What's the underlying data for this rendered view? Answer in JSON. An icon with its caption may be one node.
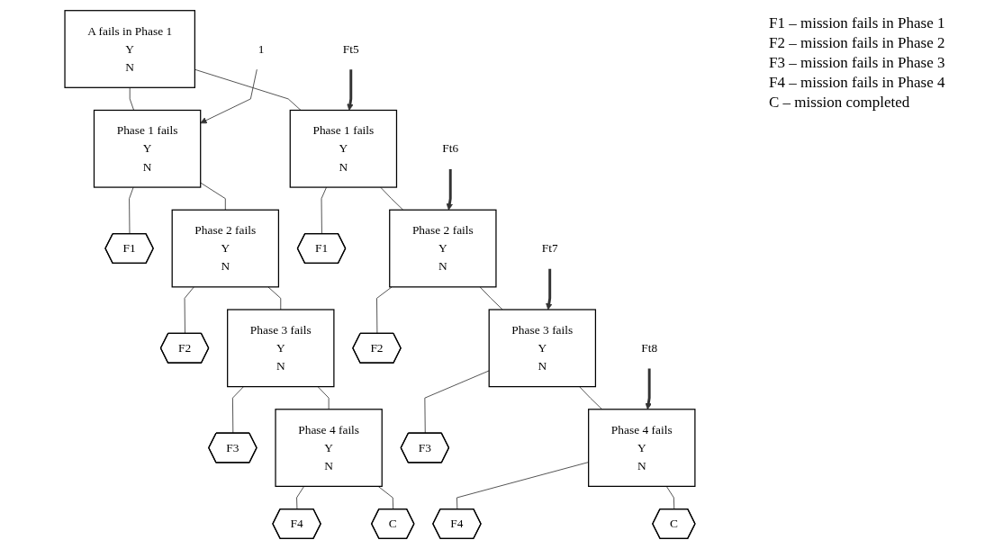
{
  "diagram": {
    "nodes": [
      {
        "text": [
          "A fails in Phase 1",
          "Y",
          "N"
        ]
      },
      {
        "text": [
          "1"
        ]
      },
      {
        "text": [
          "Phase 1 fails",
          "Y",
          "N"
        ]
      },
      {
        "text": [
          "Ft5"
        ]
      },
      {
        "text": [
          "Phase 1 fails",
          "Y",
          "N"
        ]
      },
      {
        "text": [
          "F1"
        ]
      },
      {
        "text": [
          "Phase 2 fails",
          "Y",
          "N"
        ]
      },
      {
        "text": [
          "F1"
        ]
      },
      {
        "text": [
          "Ft6"
        ]
      },
      {
        "text": [
          "Phase 2 fails",
          "Y",
          "N"
        ]
      },
      {
        "text": [
          "F2"
        ]
      },
      {
        "text": [
          "Phase 3 fails",
          "Y",
          "N"
        ]
      },
      {
        "text": [
          "F2"
        ]
      },
      {
        "text": [
          "Ft7"
        ]
      },
      {
        "text": [
          "Phase 3 fails",
          "Y",
          "N"
        ]
      },
      {
        "text": [
          "F3"
        ]
      },
      {
        "text": [
          "Phase 4 fails",
          "Y",
          "N"
        ]
      },
      {
        "text": [
          "F3"
        ]
      },
      {
        "text": [
          "Ft8"
        ]
      },
      {
        "text": [
          "Phase 4 fails",
          "Y",
          "N"
        ]
      },
      {
        "text": [
          "F4"
        ]
      },
      {
        "text": [
          "C"
        ]
      },
      {
        "text": [
          "F4"
        ]
      },
      {
        "text": [
          "C"
        ]
      }
    ],
    "edges": [
      {
        "from": 0,
        "to": 2,
        "arrow": "none"
      },
      {
        "from": 0,
        "to": 4,
        "arrow": "none"
      },
      {
        "from": 1,
        "to": 2,
        "arrow": "to"
      },
      {
        "from": 3,
        "to": 4,
        "arrow": "to",
        "style": "thick"
      },
      {
        "from": 2,
        "to": 5,
        "arrow": "none"
      },
      {
        "from": 2,
        "to": 6,
        "arrow": "none"
      },
      {
        "from": 4,
        "to": 7,
        "arrow": "none"
      },
      {
        "from": 4,
        "to": 9,
        "arrow": "none"
      },
      {
        "from": 8,
        "to": 9,
        "arrow": "to",
        "style": "thick"
      },
      {
        "from": 6,
        "to": 10,
        "arrow": "none"
      },
      {
        "from": 6,
        "to": 11,
        "arrow": "none"
      },
      {
        "from": 9,
        "to": 12,
        "arrow": "none"
      },
      {
        "from": 9,
        "to": 14,
        "arrow": "none"
      },
      {
        "from": 13,
        "to": 14,
        "arrow": "to",
        "style": "thick"
      },
      {
        "from": 11,
        "to": 15,
        "arrow": "none"
      },
      {
        "from": 11,
        "to": 16,
        "arrow": "none"
      },
      {
        "from": 14,
        "to": 17,
        "arrow": "none"
      },
      {
        "from": 14,
        "to": 19,
        "arrow": "none"
      },
      {
        "from": 18,
        "to": 19,
        "arrow": "to",
        "style": "thick"
      },
      {
        "from": 16,
        "to": 20,
        "arrow": "none"
      },
      {
        "from": 16,
        "to": 21,
        "arrow": "none"
      },
      {
        "from": 19,
        "to": 22,
        "arrow": "none"
      },
      {
        "from": 19,
        "to": 23,
        "arrow": "none"
      }
    ],
    "labels": [
      "F1 – mission fails in Phase 1",
      "F2 – mission fails in Phase 2",
      "F3 – mission fails in Phase 3",
      "F4 – mission fails in Phase 4",
      "C – mission completed"
    ]
  }
}
